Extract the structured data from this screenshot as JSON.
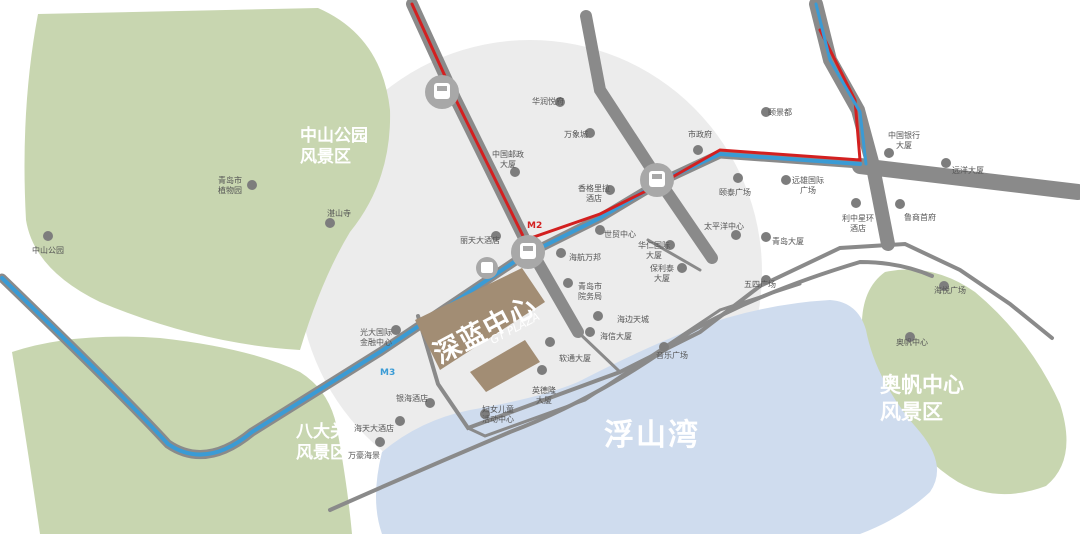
{
  "colors": {
    "park": "#c8d6b0",
    "water": "#cfdcee",
    "district": "#ececec",
    "road": "#8a8a8a",
    "metro_m2": "#d32020",
    "metro_m3": "#3a9bd5",
    "poi_dot": "#7d7d7d",
    "center_block": "#a28d74",
    "station_circle": "#a8a8a8"
  },
  "icons": {
    "station": "train-icon",
    "bus": "bus-icon"
  },
  "areas": {
    "zhongshan_park": "中山公园\n风景区",
    "badaguan": "八大关\n风景区",
    "aofan": "奥帆中心\n风景区",
    "fushan_bay": "浮山湾"
  },
  "metro": {
    "m2": "M2",
    "m3": "M3"
  },
  "center": {
    "title": "深蓝中心",
    "subtitle": "GT PLAZA"
  },
  "pois": [
    "华润悦府",
    "万象城",
    "中国邮政\n大厦",
    "市政府",
    "颐景都",
    "中国银行\n大厦",
    "远洋大厦",
    "香格里拉\n酒店",
    "颐泰广场",
    "远雄国际\n广场",
    "利中星环\n酒店",
    "鲁商首府",
    "青岛市\n植物园",
    "湛山寺",
    "中山公园",
    "丽天大酒店",
    "世贸中心",
    "海航万邦",
    "华仁国际\n大厦",
    "保利泰\n大厦",
    "太平洋中心",
    "青岛大厦",
    "青岛市\n院务局",
    "五四广场",
    "海边天城",
    "海信大厦",
    "光大国际\n金融中心",
    "软通大厦",
    "音乐广场",
    "海悦广场",
    "奥帆中心",
    "英德隆\n大厦",
    "银海酒店",
    "海天大酒店",
    "妇女儿童\n活动中心",
    "万豪海景"
  ]
}
